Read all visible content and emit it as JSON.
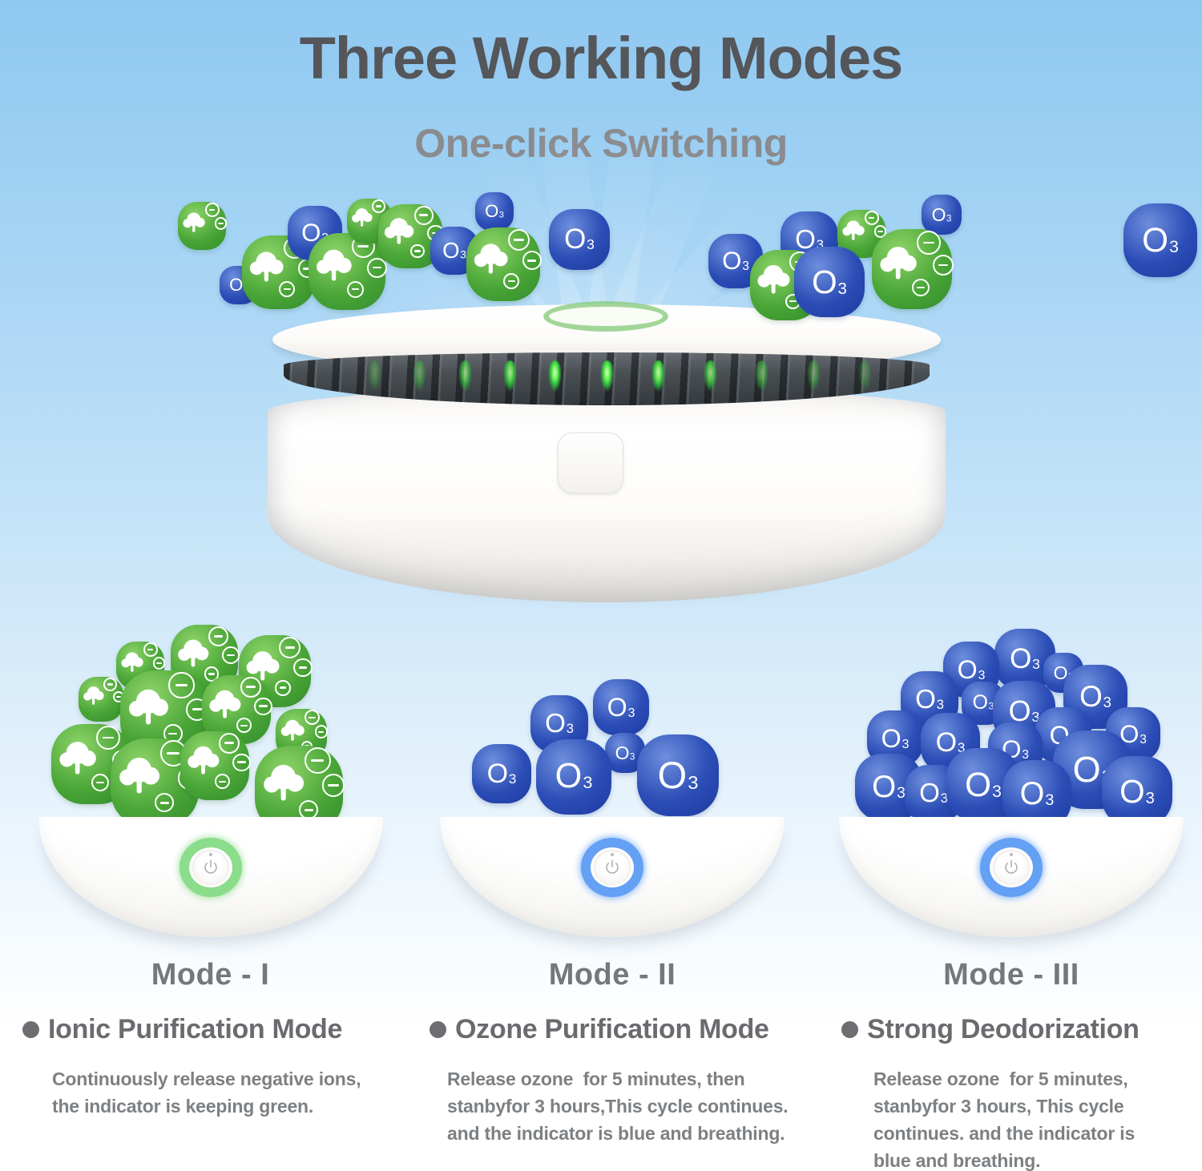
{
  "header": {
    "title": "Three Working Modes",
    "subtitle": "One-click Switching"
  },
  "colors": {
    "background_top": "#8fc8f1",
    "title_gray": "#55565a",
    "subtitle_gray": "#8a8b8e",
    "label_gray": "#76777a",
    "heading_gray": "#6a6b6e",
    "body_gray": "#7d8083",
    "ion_green_light": "#8fd46a",
    "ion_green": "#4aa637",
    "ion_green_dark": "#318c2b",
    "ozone_blue_light": "#6e8fdd",
    "ozone_blue": "#2b4db6",
    "ozone_blue_dark": "#1e3ba0",
    "ring_green": "#8bdc8b",
    "ring_blue": "#64a0f4",
    "indicator_green": "#5ce64e"
  },
  "device": {
    "vent_lights": [
      {
        "p": 13,
        "b": 0.3
      },
      {
        "p": 20,
        "b": 0.4
      },
      {
        "p": 27,
        "b": 0.65
      },
      {
        "p": 34,
        "b": 0.85
      },
      {
        "p": 41,
        "b": 1.0
      },
      {
        "p": 49,
        "b": 1.0
      },
      {
        "p": 57,
        "b": 0.95
      },
      {
        "p": 65,
        "b": 0.75
      },
      {
        "p": 73,
        "b": 0.5
      },
      {
        "p": 81,
        "b": 0.38
      },
      {
        "p": 89,
        "b": 0.28
      }
    ]
  },
  "particles": {
    "o3_main": "O",
    "o3_sub": "3",
    "top": [
      [
        "ion",
        252,
        282,
        30
      ],
      [
        "o3",
        298,
        356,
        24
      ],
      [
        "ion",
        348,
        340,
        46
      ],
      [
        "o3",
        393,
        291,
        34
      ],
      [
        "ion",
        433,
        339,
        48
      ],
      [
        "ion",
        461,
        276,
        28
      ],
      [
        "ion",
        512,
        295,
        40
      ],
      [
        "o3",
        567,
        313,
        30
      ],
      [
        "o3",
        617,
        264,
        24
      ],
      [
        "ion",
        628,
        330,
        46
      ],
      [
        "o3",
        723,
        299,
        38
      ],
      [
        "o3",
        918,
        326,
        34
      ],
      [
        "o3",
        1010,
        300,
        36
      ],
      [
        "ion",
        980,
        356,
        44
      ],
      [
        "ion",
        1075,
        292,
        30
      ],
      [
        "o3",
        1035,
        352,
        44
      ],
      [
        "o3",
        1175,
        268,
        25
      ],
      [
        "ion",
        1138,
        336,
        50
      ],
      [
        "o3",
        1448,
        300,
        46
      ]
    ],
    "left_cluster": [
      [
        175,
        831,
        30
      ],
      [
        255,
        822,
        42
      ],
      [
        343,
        838,
        45
      ],
      [
        126,
        873,
        28
      ],
      [
        204,
        891,
        54
      ],
      [
        295,
        886,
        43
      ],
      [
        376,
        917,
        32
      ],
      [
        114,
        954,
        50
      ],
      [
        193,
        977,
        55
      ],
      [
        268,
        956,
        43
      ],
      [
        373,
        986,
        55
      ]
    ],
    "middle_cluster": [
      [
        775,
        883,
        35
      ],
      [
        698,
        904,
        36
      ],
      [
        780,
        940,
        25
      ],
      [
        626,
        966,
        37
      ],
      [
        716,
        970,
        47
      ],
      [
        846,
        968,
        51
      ]
    ],
    "right_cluster": [
      [
        1279,
        823,
        38
      ],
      [
        1212,
        836,
        35
      ],
      [
        1327,
        840,
        25
      ],
      [
        1367,
        870,
        40
      ],
      [
        1160,
        874,
        36
      ],
      [
        1227,
        878,
        27
      ],
      [
        1278,
        889,
        39
      ],
      [
        1327,
        918,
        35
      ],
      [
        1414,
        917,
        34
      ],
      [
        1117,
        922,
        35
      ],
      [
        1186,
        927,
        37
      ],
      [
        1267,
        936,
        34
      ],
      [
        1363,
        961,
        49
      ],
      [
        1109,
        983,
        42
      ],
      [
        1165,
        991,
        36
      ],
      [
        1227,
        980,
        46
      ],
      [
        1294,
        992,
        43
      ],
      [
        1419,
        988,
        44
      ]
    ]
  },
  "modes": [
    {
      "label": "Mode - I",
      "ring_color": "#8bdc8b",
      "heading": "Ionic Purification Mode",
      "description_lines": [
        "Continuously release negative ions,",
        "the indicator is keeping green."
      ]
    },
    {
      "label": "Mode - II",
      "ring_color": "#64a0f4",
      "heading": "Ozone Purification Mode",
      "description_lines": [
        "Release ozone  for 5 minutes, then",
        "stanbyfor 3 hours,This cycle continues.",
        "and the indicator is blue and breathing."
      ]
    },
    {
      "label": "Mode - III",
      "ring_color": "#64a0f4",
      "heading": "Strong Deodorization",
      "description_lines": [
        "Release ozone  for 5 minutes,",
        "stanbyfor 3 hours, This cycle",
        "continues. and the indicator is",
        "blue and breathing."
      ]
    }
  ]
}
